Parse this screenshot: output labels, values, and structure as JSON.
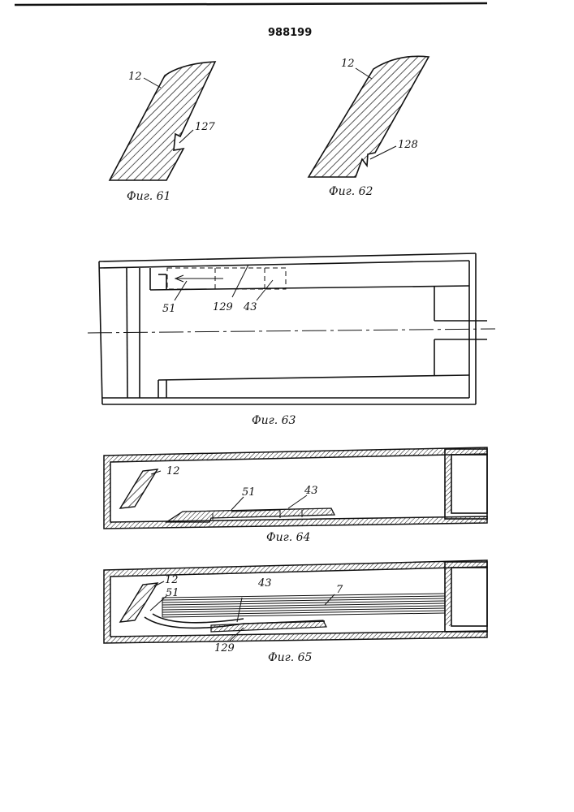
{
  "header": {
    "patent_number": "988199"
  },
  "figures": {
    "fig61": {
      "caption": "Фиг. 61",
      "labels": {
        "part": "12",
        "notch": "127"
      }
    },
    "fig62": {
      "caption": "Фиг. 62",
      "labels": {
        "part": "12",
        "notch": "128"
      }
    },
    "fig63": {
      "caption": "Фиг. 63",
      "labels": {
        "a": "51",
        "b": "129",
        "c": "43"
      }
    },
    "fig64": {
      "caption": "Фиг. 64",
      "labels": {
        "part": "12",
        "a": "51",
        "b": "43"
      }
    },
    "fig65": {
      "caption": "Фиг. 65",
      "labels": {
        "part": "12",
        "a": "51",
        "b": "43",
        "c": "7",
        "d": "129"
      }
    }
  }
}
